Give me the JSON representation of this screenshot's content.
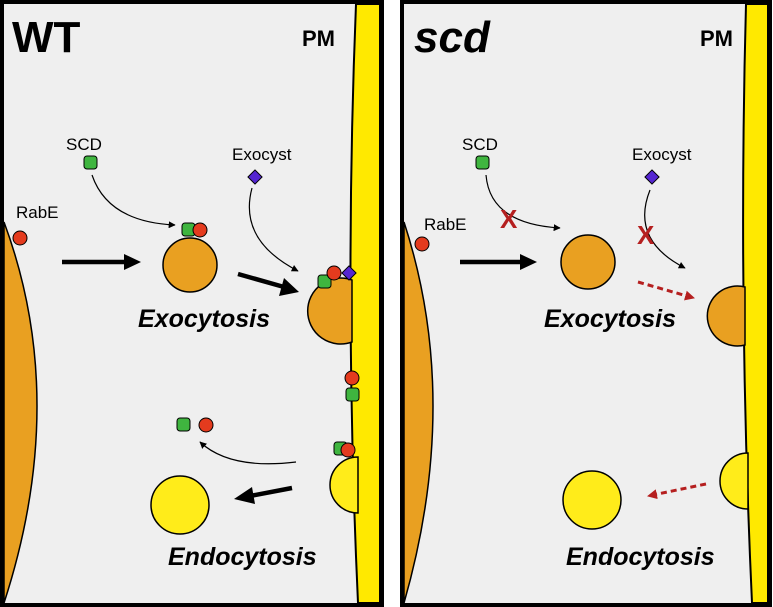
{
  "colors": {
    "background": "#efefef",
    "frame": "#000000",
    "membrane": "#ffe900",
    "compartment": "#e9a021",
    "vesicle_orange": "#e9a021",
    "vesicle_yellow": "#ffec1a",
    "scd_green": "#3fb53f",
    "rabe_red": "#e43b1e",
    "exocyst_purple": "#5526d1",
    "block_red": "#b51f1f"
  },
  "panels": {
    "wt": {
      "title": "WT",
      "membrane_label": "PM",
      "scd_label": "SCD",
      "exocyst_label": "Exocyst",
      "rabe_label": "RabE",
      "exocytosis_label": "Exocytosis",
      "endocytosis_label": "Endocytosis"
    },
    "scd": {
      "title": "scd",
      "membrane_label": "PM",
      "scd_label": "SCD",
      "exocyst_label": "Exocyst",
      "rabe_label": "RabE",
      "exocytosis_label": "Exocytosis",
      "endocytosis_label": "Endocytosis",
      "block_mark": "X"
    }
  }
}
